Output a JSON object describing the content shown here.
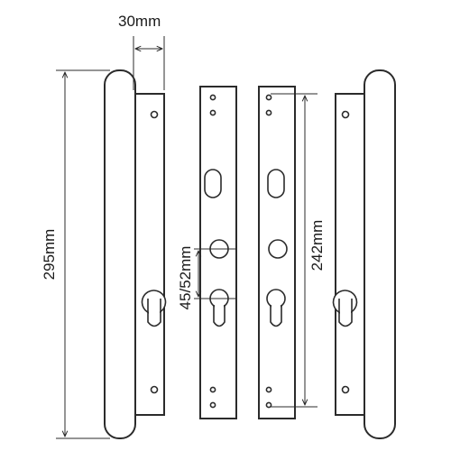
{
  "dimensions": {
    "width_label": "30mm",
    "height_label": "295mm",
    "spacing_label": "45/52mm",
    "screw_span_label": "242mm"
  },
  "colors": {
    "line": "#2b2b2b",
    "background": "#ffffff"
  }
}
